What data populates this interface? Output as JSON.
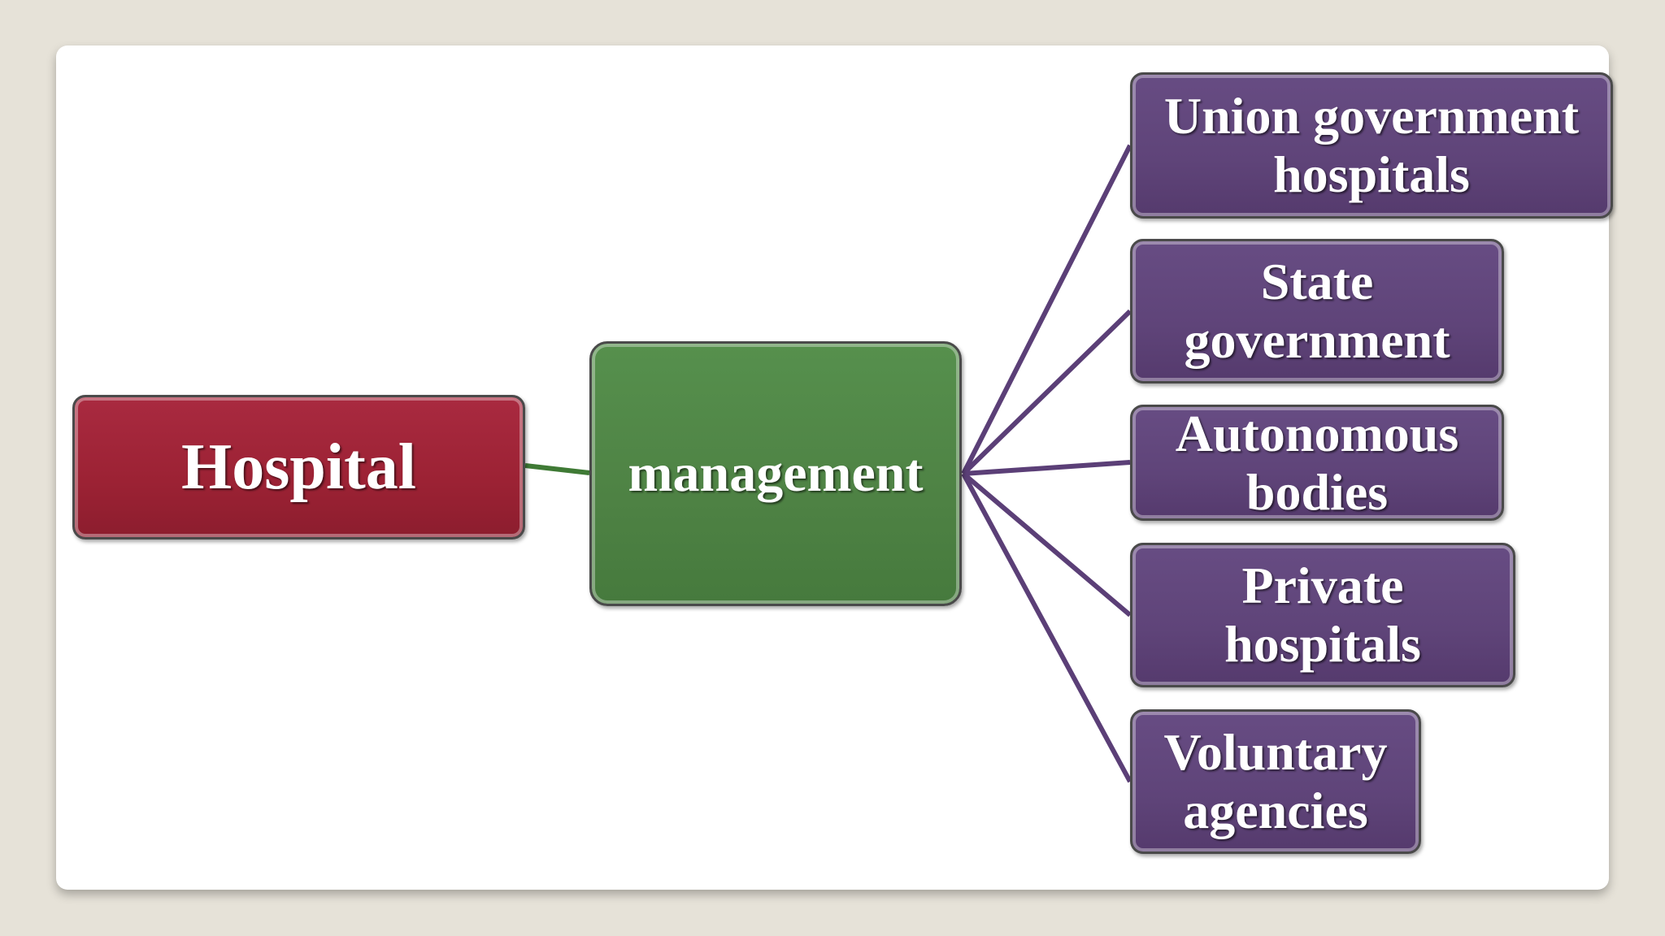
{
  "diagram": {
    "root": {
      "lines": [
        "Hospital"
      ]
    },
    "middle": {
      "lines": [
        "management"
      ]
    },
    "leaves": [
      {
        "lines": [
          "Union government",
          "hospitals"
        ]
      },
      {
        "lines": [
          "State",
          "government"
        ]
      },
      {
        "lines": [
          "Autonomous",
          "bodies"
        ]
      },
      {
        "lines": [
          "Private",
          "hospitals"
        ]
      },
      {
        "lines": [
          "Voluntary",
          "agencies"
        ]
      }
    ]
  },
  "colors": {
    "root_fill": "#9c2234",
    "middle_fill": "#4e8244",
    "leaf_fill": "#5f4479",
    "root_connector": "#3f7a35",
    "leaf_connector": "#5b3f77",
    "background": "#e6e2d8",
    "slide": "#ffffff"
  }
}
